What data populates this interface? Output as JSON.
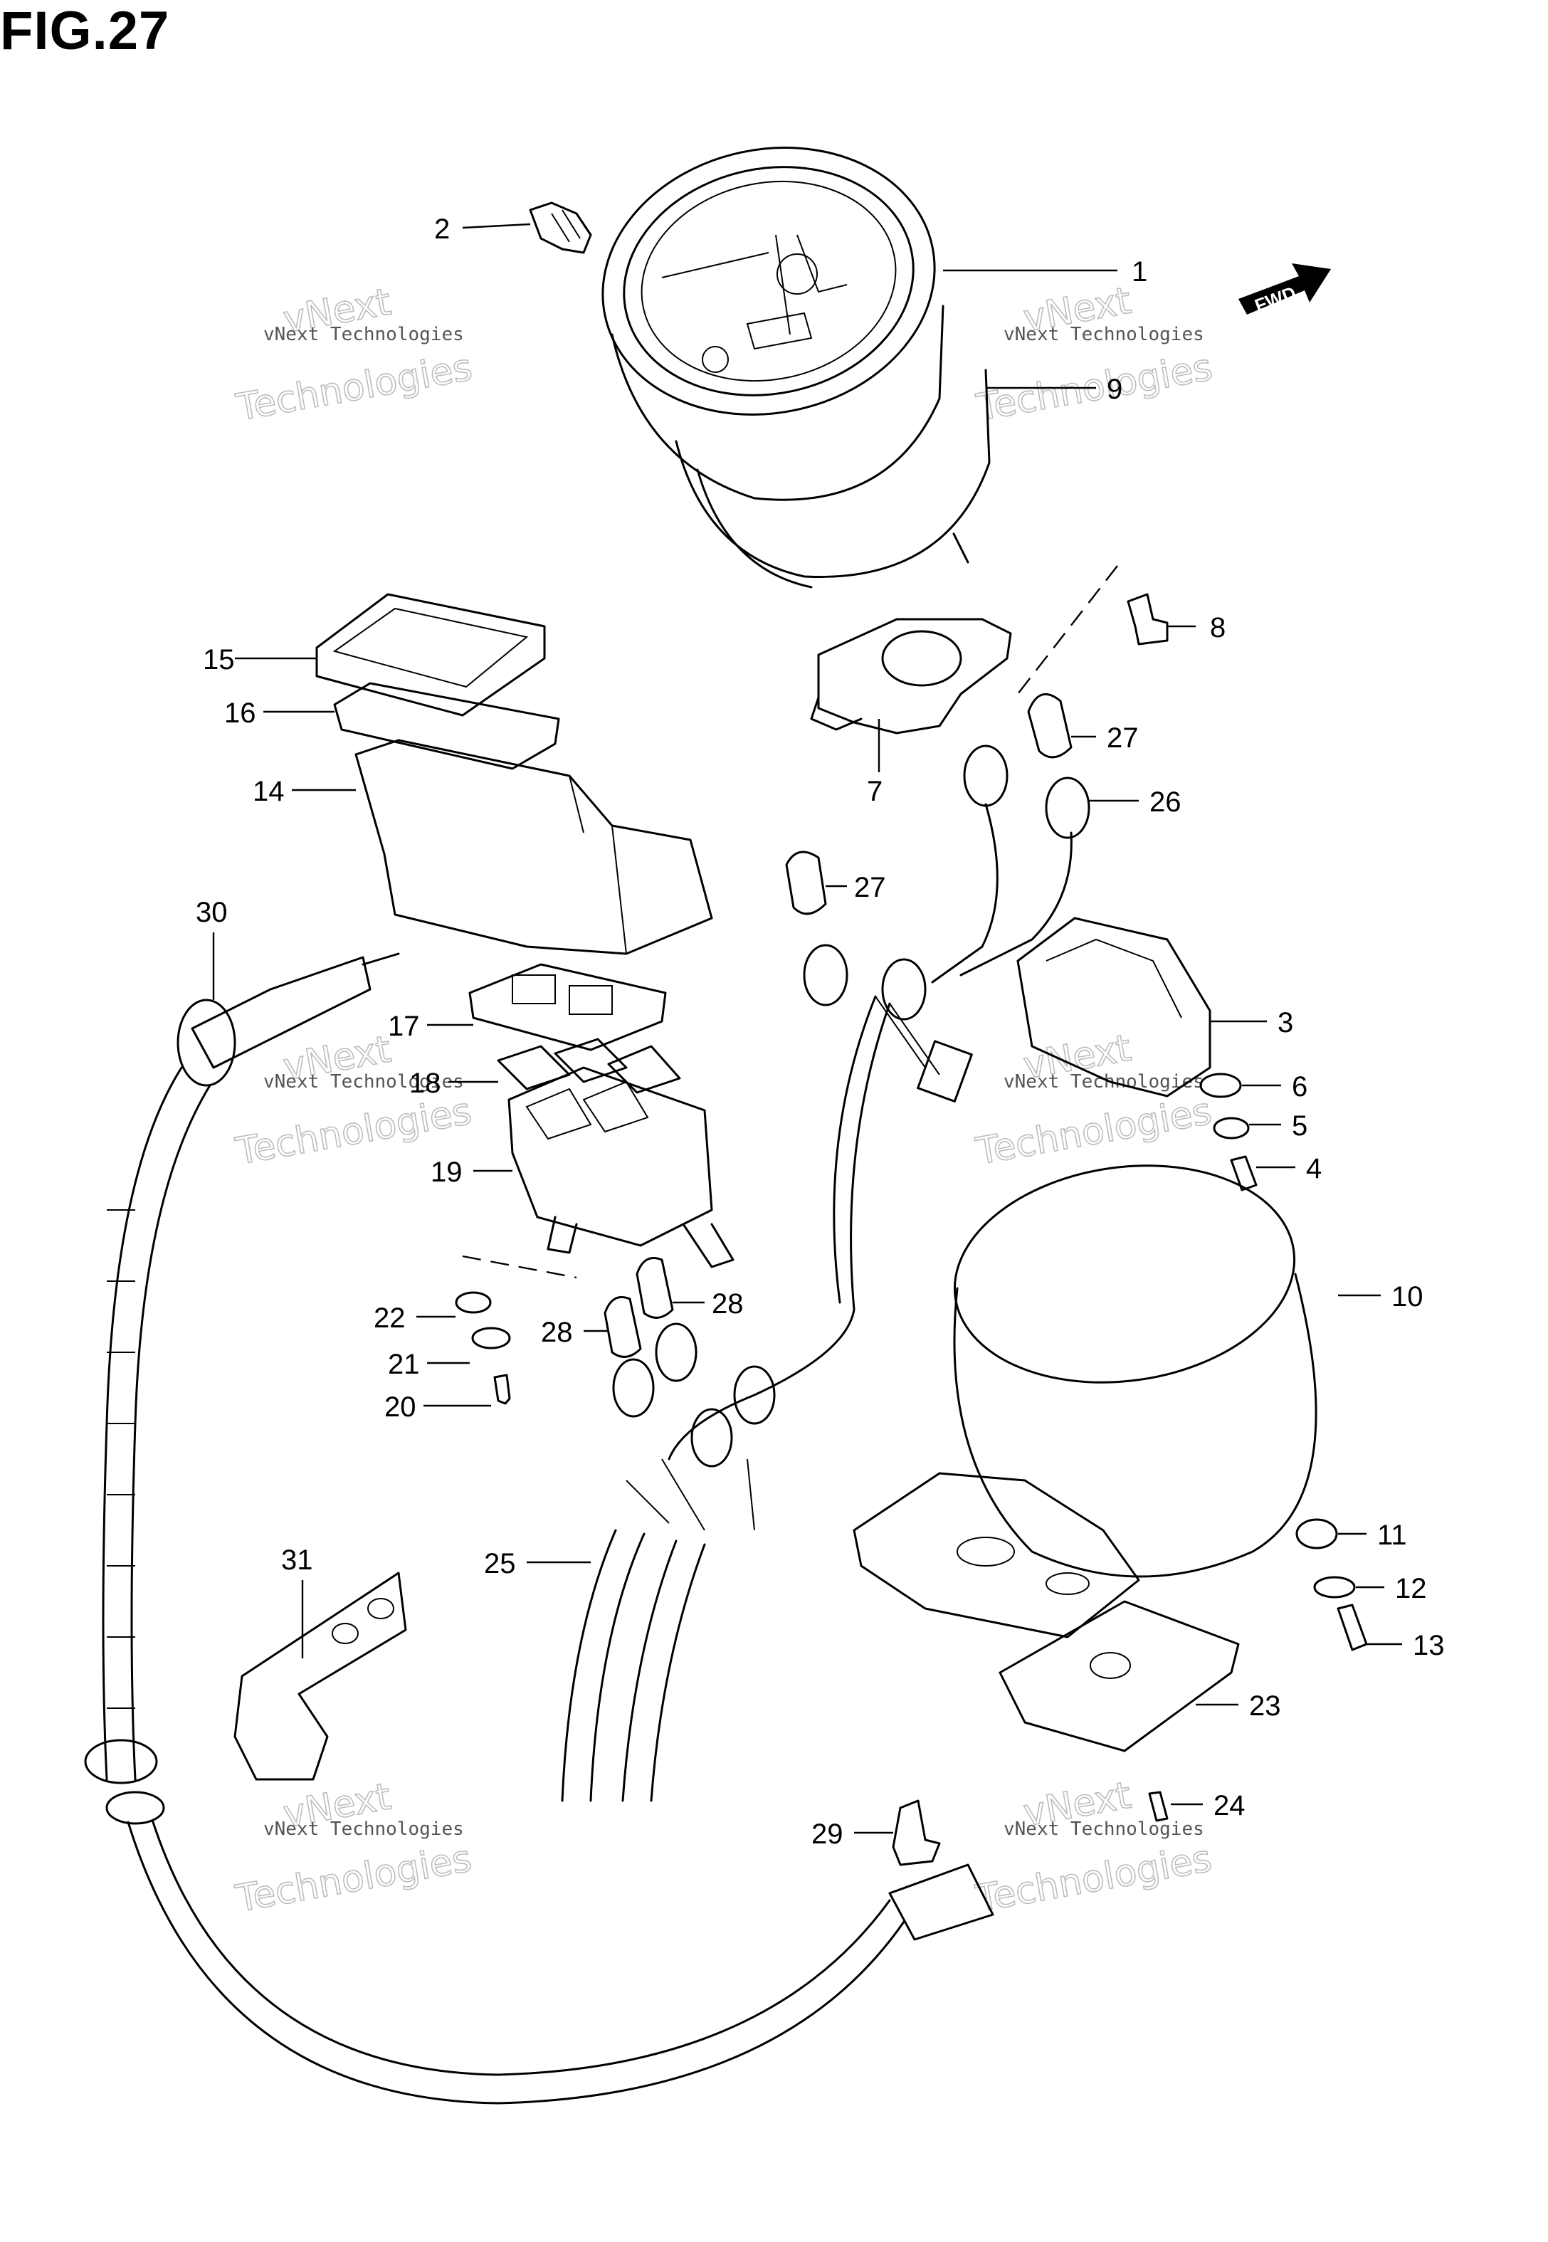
{
  "figure": {
    "title": "FIG.27"
  },
  "fwd_badge": "FWD",
  "watermark": {
    "small": "vNext Technologies",
    "line1": "vNext",
    "line2": "Technologies"
  },
  "callouts": {
    "c1": "1",
    "c2": "2",
    "c3": "3",
    "c4": "4",
    "c5": "5",
    "c6": "6",
    "c7": "7",
    "c8": "8",
    "c9": "9",
    "c10": "10",
    "c11": "11",
    "c12": "12",
    "c13": "13",
    "c14": "14",
    "c15": "15",
    "c16": "16",
    "c17": "17",
    "c18": "18",
    "c19": "19",
    "c20": "20",
    "c21": "21",
    "c22": "22",
    "c23": "23",
    "c24": "24",
    "c25": "25",
    "c26": "26",
    "c27a": "27",
    "c27b": "27",
    "c28a": "28",
    "c28b": "28",
    "c29": "29",
    "c30": "30",
    "c31": "31"
  }
}
